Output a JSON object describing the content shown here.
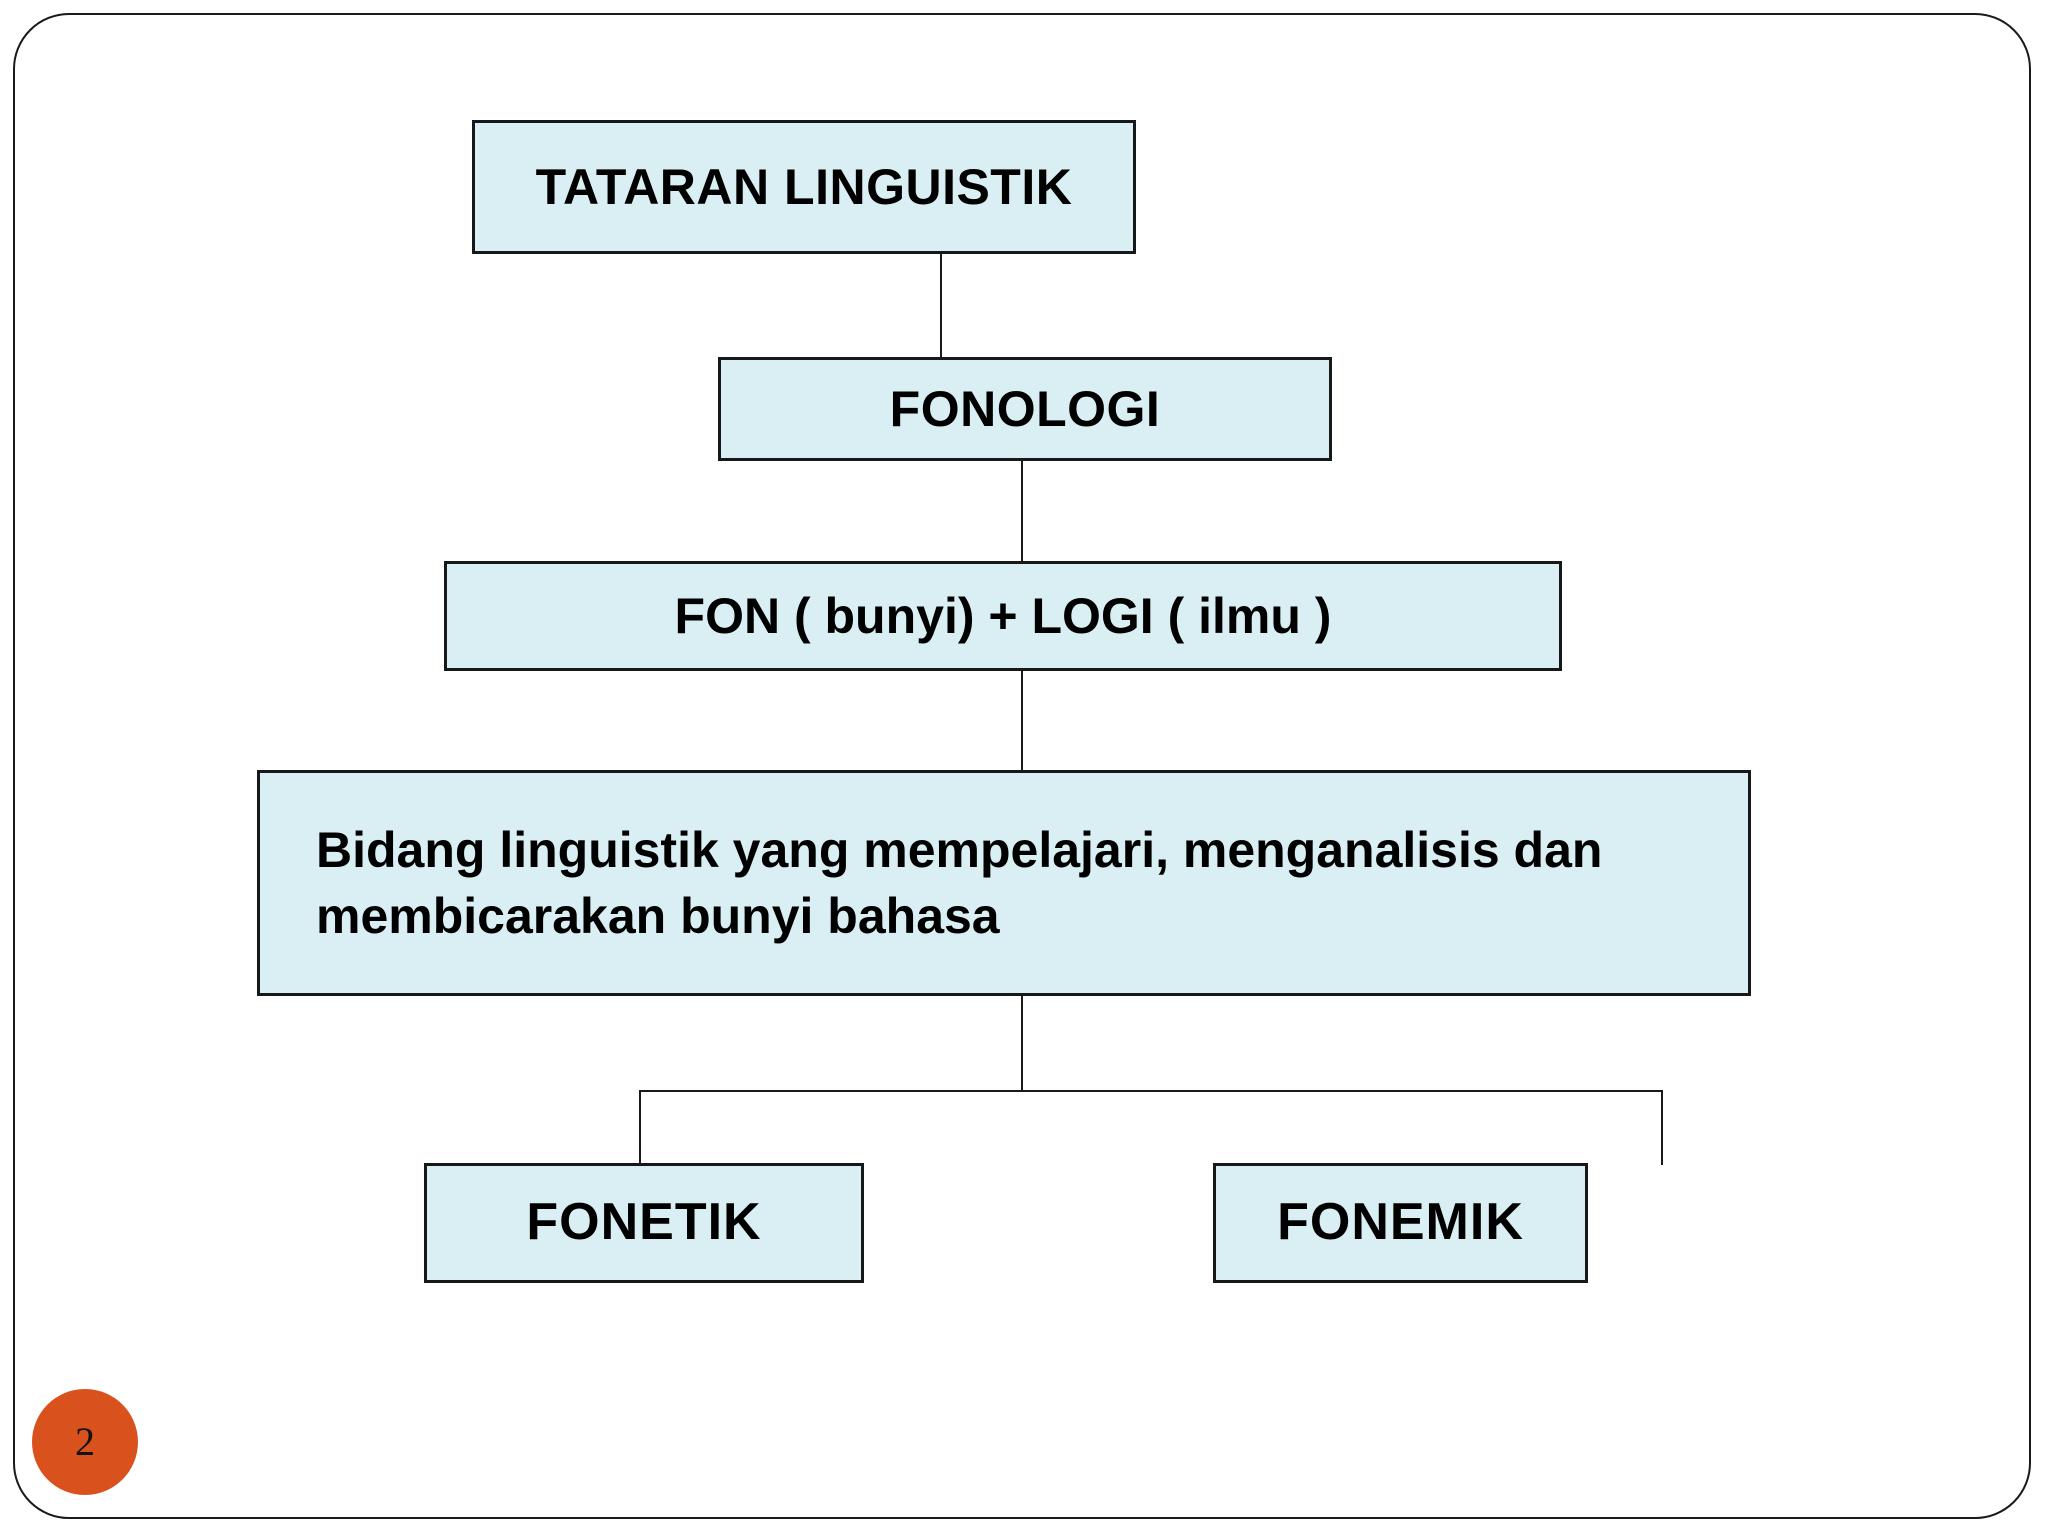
{
  "slide": {
    "page_number": "2",
    "badge_color": "#d9521e",
    "node_fill_color": "#d9eff3",
    "node_border_color": "#16181a",
    "connector_color": "#1a1a1a",
    "background_color": "#ffffff"
  },
  "diagram": {
    "type": "flowchart",
    "nodes": [
      {
        "id": "tataran",
        "label": "TATARAN LINGUISTIK"
      },
      {
        "id": "fonologi",
        "label": "FONOLOGI"
      },
      {
        "id": "fonlogi",
        "label": "FON ( bunyi) + LOGI ( ilmu )"
      },
      {
        "id": "definisi",
        "label": "Bidang linguistik yang mempelajari, menganalisis dan membicarakan bunyi bahasa"
      },
      {
        "id": "fonetik",
        "label": "FONETIK"
      },
      {
        "id": "fonemik",
        "label": "FONEMIK"
      }
    ],
    "edges": [
      {
        "from": "tataran",
        "to": "fonologi"
      },
      {
        "from": "fonologi",
        "to": "fonlogi"
      },
      {
        "from": "fonlogi",
        "to": "definisi"
      },
      {
        "from": "definisi",
        "to": "fonetik"
      },
      {
        "from": "definisi",
        "to": "fonemik"
      }
    ]
  }
}
